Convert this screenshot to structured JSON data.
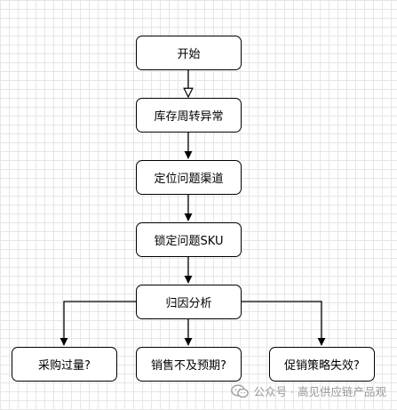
{
  "flowchart": {
    "nodes": {
      "start": "开始",
      "inventory_turnover_anomaly": "库存周转异常",
      "locate_problem_channel": "定位问题渠道",
      "lock_problem_sku": "锁定问题SKU",
      "root_cause_analysis": "归因分析",
      "over_purchasing": "采购过量?",
      "sales_below_forecast": "销售不及预期?",
      "promotion_strategy_failure": "促销策略失效?"
    },
    "edges": [
      {
        "from": "start",
        "to": "inventory_turnover_anomaly",
        "arrow": "hollow-triangle"
      },
      {
        "from": "inventory_turnover_anomaly",
        "to": "locate_problem_channel",
        "arrow": "filled"
      },
      {
        "from": "locate_problem_channel",
        "to": "lock_problem_sku",
        "arrow": "filled"
      },
      {
        "from": "lock_problem_sku",
        "to": "root_cause_analysis",
        "arrow": "filled"
      },
      {
        "from": "root_cause_analysis",
        "to": "over_purchasing",
        "arrow": "filled"
      },
      {
        "from": "root_cause_analysis",
        "to": "sales_below_forecast",
        "arrow": "filled"
      },
      {
        "from": "root_cause_analysis",
        "to": "promotion_strategy_failure",
        "arrow": "filled"
      }
    ]
  },
  "watermark": {
    "text": "公众号 · 高见供应链产品观",
    "icon": "wechat-icon"
  }
}
